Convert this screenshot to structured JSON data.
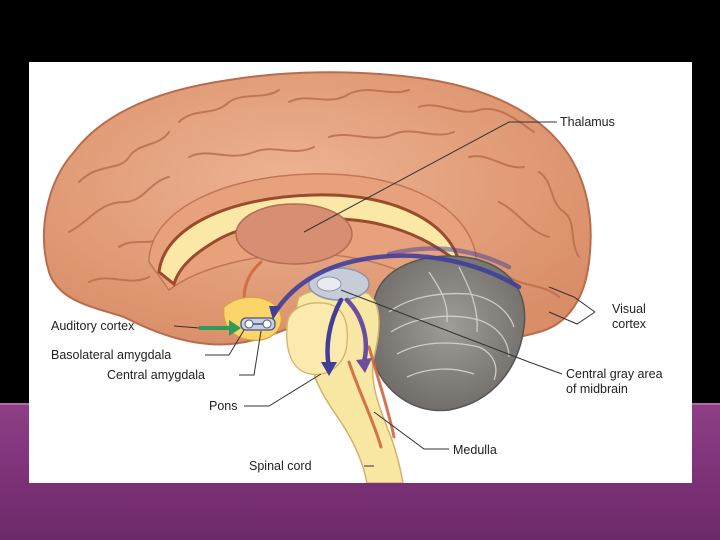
{
  "diagram": {
    "labels": {
      "thalamus": "Thalamus",
      "visual_cortex_line1": "Visual",
      "visual_cortex_line2": "cortex",
      "auditory_cortex": "Auditory cortex",
      "basolateral_amygdala": "Basolateral amygdala",
      "central_amygdala": "Central amygdala",
      "central_gray_line1": "Central gray area",
      "central_gray_line2": "of midbrain",
      "pons": "Pons",
      "medulla": "Medulla",
      "spinal_cord": "Spinal cord"
    },
    "colors": {
      "slide_background": "#000000",
      "band": "#7c3177",
      "cortex": "#e5a07c",
      "cortex_shade": "#c97a57",
      "white_matter": "#fbe7a6",
      "brainstem": "#f9e7a4",
      "cerebellum": "#8d8a85",
      "thalamus": "#d78f74",
      "pathway_blue": "#3f3f9a",
      "auditory_arrow": "#2f9a5a",
      "midbrain": "#c6ccd8"
    }
  }
}
